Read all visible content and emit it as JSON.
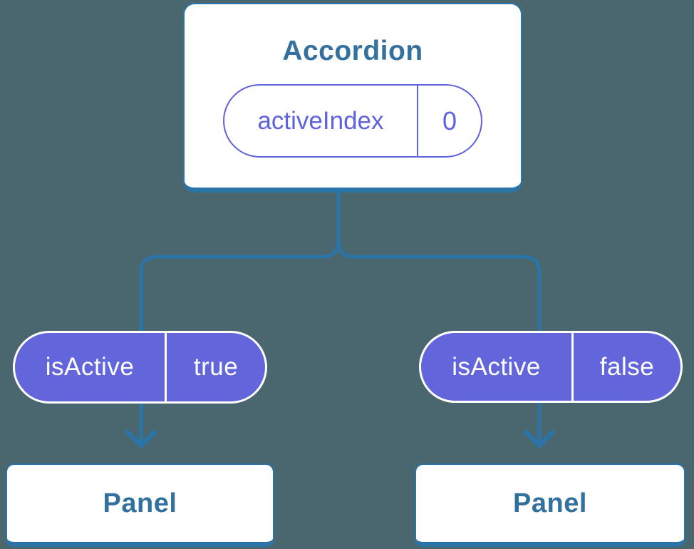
{
  "colors": {
    "background": "#4A6770",
    "connector_blue": "#2B74A8",
    "heading_blue": "#35719F",
    "pill_purple_fill": "#6366DB",
    "pill_purple_outline": "#5E62DC",
    "card_white": "#FFFFFF"
  },
  "accordion_card": {
    "title": "Accordion",
    "state_pill": {
      "name": "activeIndex",
      "value": "0"
    }
  },
  "prop_pills": [
    {
      "name": "isActive",
      "value": "true"
    },
    {
      "name": "isActive",
      "value": "false"
    }
  ],
  "panels": [
    {
      "label": "Panel"
    },
    {
      "label": "Panel"
    }
  ]
}
